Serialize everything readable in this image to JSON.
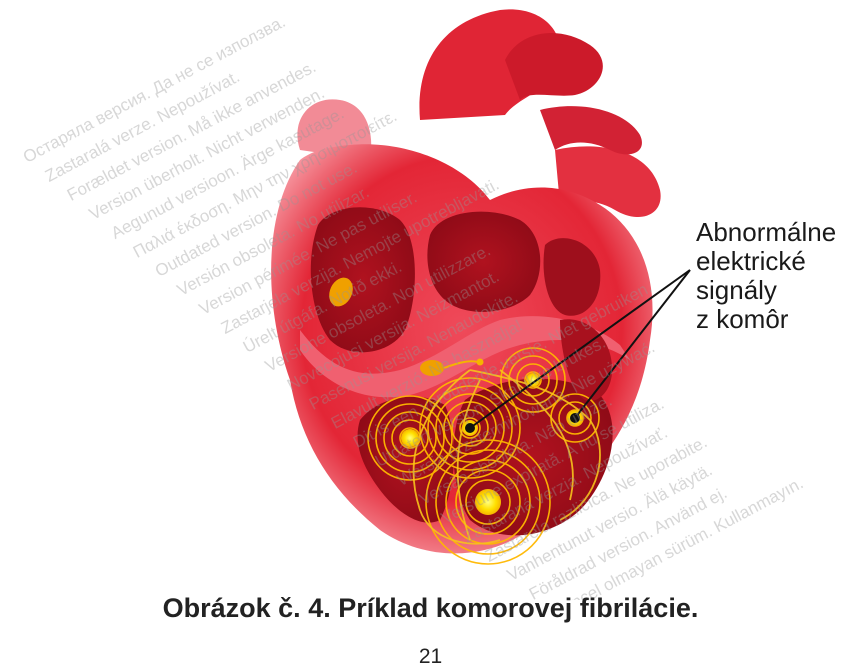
{
  "callout": {
    "lines": [
      "Abnormálne",
      "elektrické",
      "signály",
      "z komôr"
    ]
  },
  "caption": "Obrázok č. 4. Príklad komorovej fibrilácie.",
  "page_number": "21",
  "watermark_lines": [
    "Остаряла версия. Да не се използва.",
    "Zastaralá verze. Nepoužívat.",
    "Forældet version. Må ikke anvendes.",
    "Version überholt. Nicht verwenden.",
    "Aegunud versioon. Ärge kasutage.",
    "Παλιά έκδοση. Μην την χρησιμοποιείτε.",
    "Outdated version. Do not use.",
    "Versión obsoleta. No utilizar.",
    "Version périmée. Ne pas utiliser.",
    "Zastarjela verzija. Nemojte upotrebljavati.",
    "Úrelt útgáfa. Notið ekki.",
    "Versione obsoleta. Non utilizzare.",
    "Novecojusi versija. Neizmantot.",
    "Pasenusi versija. Nenaudokite.",
    "Elavult verzió. Ne használja!",
    "Dit is een verouderde versie. Niet gebruiken.",
    "Utdatert versjon. Skal ikke brukes.",
    "Wersja przeterminowana. Nie używać.",
    "Versão obsoleta. Não utilize.",
    "Versiune expirată. A nu se utiliza.",
    "Zastaraná verzia. Nepoužívať.",
    "Zastarela različica. Ne uporabite.",
    "Vanhentunut versio. Älä käytä.",
    "Föråldrad version. Använd ej.",
    "Güncel olmayan sürüm. Kullanmayın."
  ],
  "colors": {
    "heart_outer": "#e8283a",
    "heart_light": "#f57a86",
    "chamber_dark": "#a6101c",
    "chamber_inner": "#c9182a",
    "vessel": "#d81e2e",
    "signal": "#f5d21a",
    "wave": "#ffb800",
    "node": "#f0a000"
  }
}
